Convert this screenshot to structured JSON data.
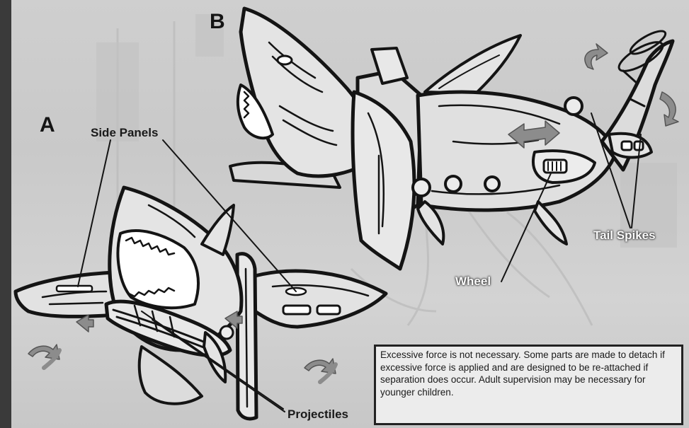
{
  "labels": {
    "section_a": "A",
    "section_b": "B"
  },
  "callouts": {
    "side_panels": "Side Panels",
    "tail_spikes": "Tail Spikes",
    "wheel": "Wheel",
    "projectiles": "Projectiles"
  },
  "warning": {
    "text": "Excessive force is not necessary. Some parts are made to detach if excessive force is applied and are designed to be re-attached if separation does occur. Adult supervision may be necessary for younger children."
  },
  "colors": {
    "background": "#c9c9c9",
    "line_art": "#141414",
    "shark_body": "#e6e6e6",
    "border_left": "#3a3a3a"
  },
  "icons": [
    "rotate-arrows-icon",
    "double-arrow-icon",
    "curved-arrow-icon"
  ]
}
